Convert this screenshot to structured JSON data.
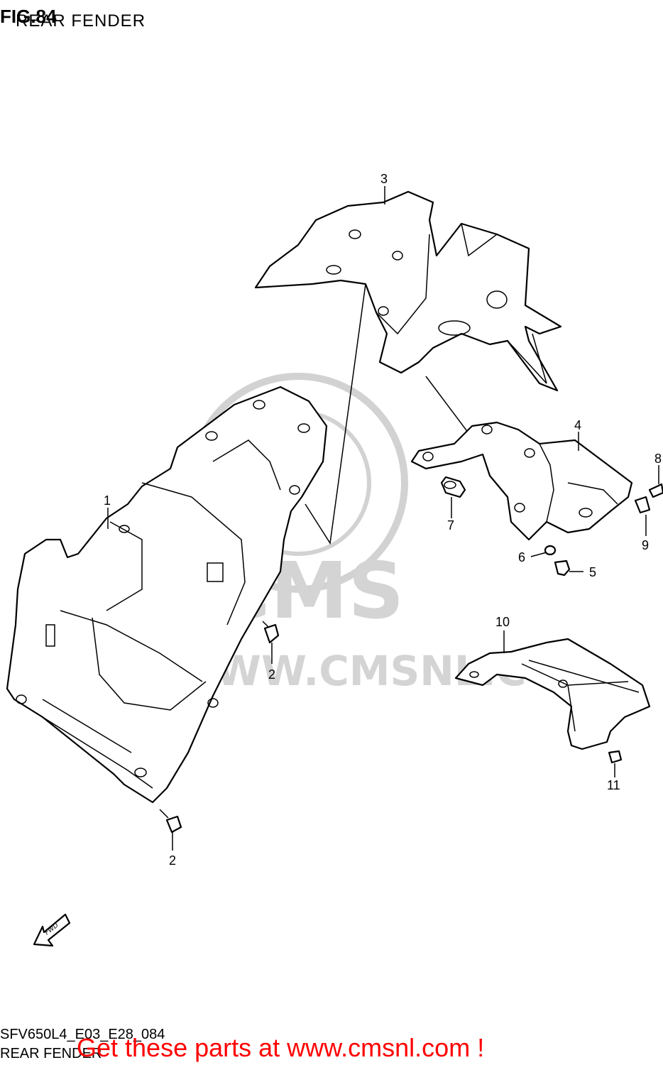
{
  "figure": {
    "title": "FIG.84",
    "subtitle": "REAR FENDER"
  },
  "watermark": {
    "brand": "CMS",
    "url": "WWW.CMSNL.COM"
  },
  "callouts": [
    "1",
    "2",
    "2",
    "3",
    "4",
    "5",
    "6",
    "7",
    "8",
    "9",
    "10",
    "11"
  ],
  "fwd_arrow": "FWD",
  "footer": {
    "code": "SFV650L4_E03_E28_084",
    "name": "REAR FENDER"
  },
  "promo": "Get these parts at www.cmsnl.com !",
  "colors": {
    "promo": "#ff0000",
    "watermark": "#d2d2d2"
  }
}
